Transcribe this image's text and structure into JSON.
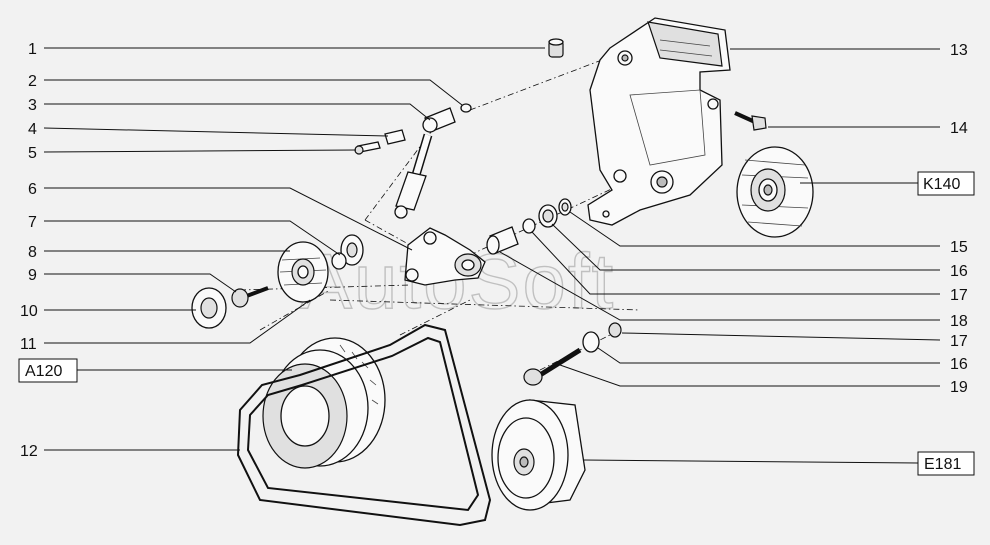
{
  "watermark": "AutoSoft",
  "left_callouts": [
    "1",
    "2",
    "3",
    "4",
    "5",
    "6",
    "7",
    "8",
    "9",
    "10",
    "11",
    "12"
  ],
  "right_callouts": [
    "13",
    "14",
    "15",
    "16",
    "17",
    "18",
    "17",
    "16",
    "19"
  ],
  "boxed_refs": {
    "k140": "K140",
    "a120": "A120",
    "e181": "E181"
  }
}
